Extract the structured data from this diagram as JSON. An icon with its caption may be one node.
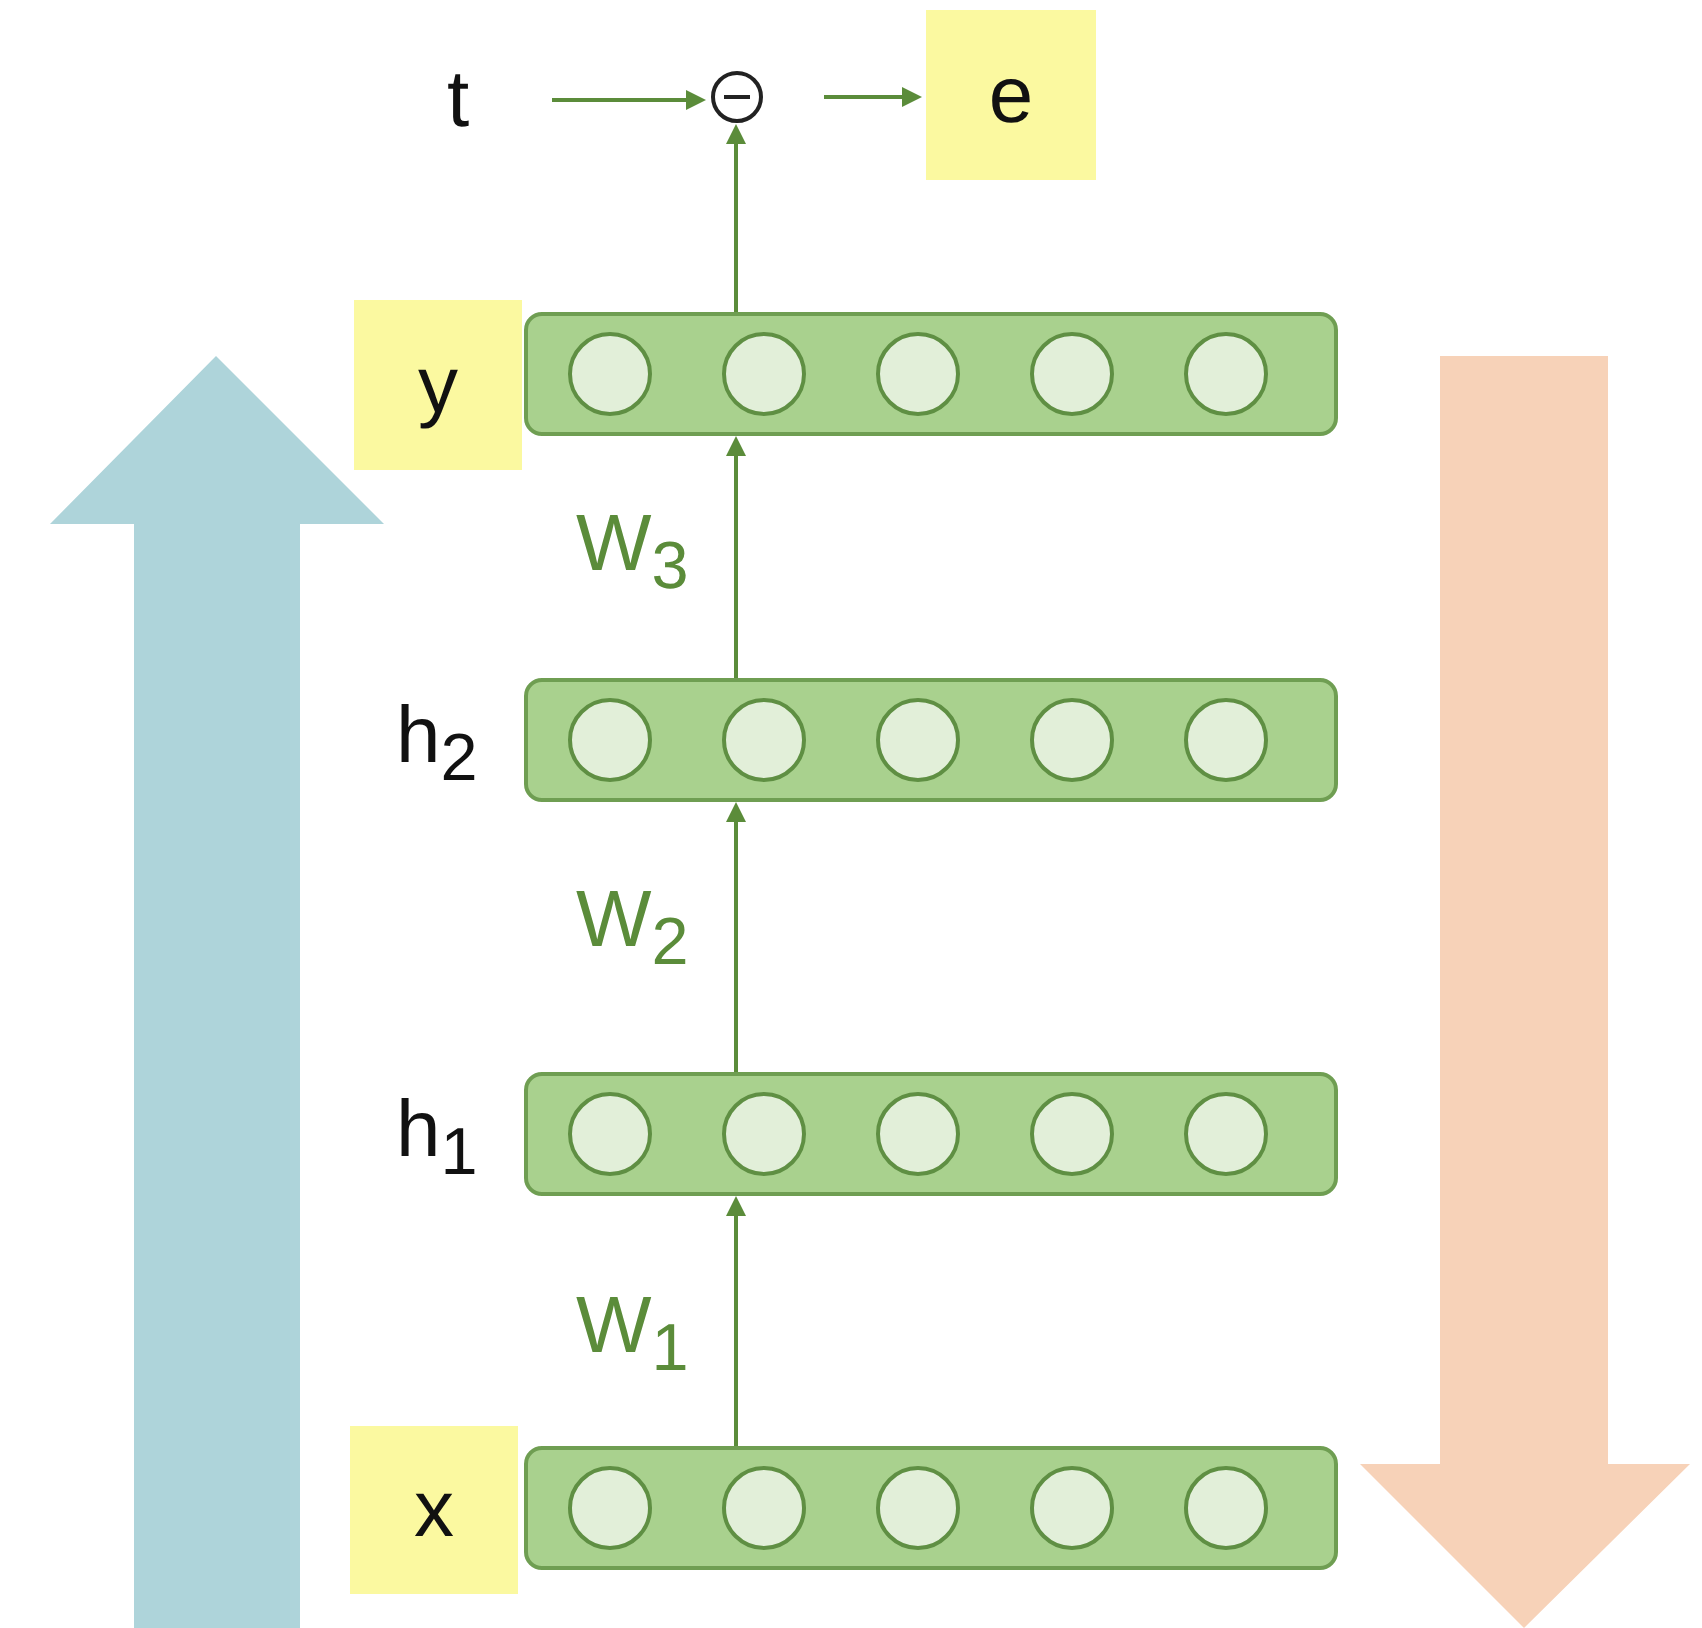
{
  "diagram": {
    "nodes": [
      {
        "text": [
          "t"
        ]
      },
      {
        "text": [],
        "shape": "circle"
      },
      {
        "text": [
          "e"
        ]
      },
      {
        "text": [
          "y"
        ]
      },
      {
        "text": [],
        "shape": "bar"
      },
      {
        "text": [],
        "shape": "bar",
        "beside": [
          "h$_{2}$"
        ]
      },
      {
        "text": [],
        "shape": "bar",
        "beside": [
          "h$_{1}$"
        ]
      },
      {
        "text": [
          "x"
        ]
      },
      {
        "text": [],
        "shape": "bar"
      }
    ],
    "edges": [
      {
        "from": 0,
        "to": 1,
        "arrow": "to"
      },
      {
        "from": 1,
        "to": 2,
        "arrow": "to"
      },
      {
        "from": 4,
        "to": 1,
        "arrow": "to"
      },
      {
        "from": 5,
        "to": 4,
        "arrow": "to",
        "label": "W$_{3}$"
      },
      {
        "from": 6,
        "to": 5,
        "arrow": "to",
        "label": "W$_{2}$"
      },
      {
        "from": 8,
        "to": 6,
        "arrow": "to",
        "label": "W$_{1}$"
      }
    ]
  }
}
